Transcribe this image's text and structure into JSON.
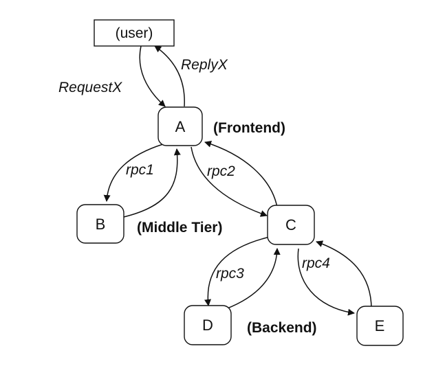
{
  "nodes": {
    "user": "(user)",
    "a": "A",
    "b": "B",
    "c": "C",
    "d": "D",
    "e": "E"
  },
  "edges": {
    "request": "RequestX",
    "reply": "ReplyX",
    "rpc1": "rpc1",
    "rpc2": "rpc2",
    "rpc3": "rpc3",
    "rpc4": "rpc4"
  },
  "tiers": {
    "frontend": "(Frontend)",
    "middle": "(Middle Tier)",
    "backend": "(Backend)"
  }
}
